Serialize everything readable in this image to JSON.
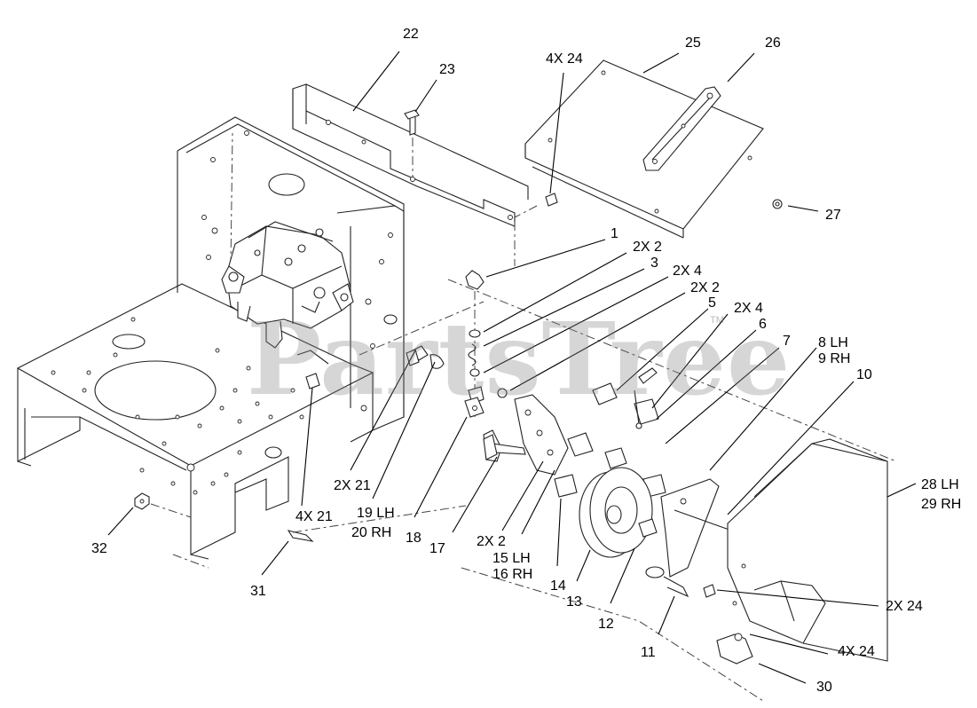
{
  "callouts": {
    "c1": "1",
    "c2x2a": "2X 2",
    "c3": "3",
    "c2x4a": "2X 4",
    "c2x2b": "2X 2",
    "c5": "5",
    "c2x4b": "2X 4",
    "c6": "6",
    "c7": "7",
    "c8": "8 LH",
    "c9": "9 RH",
    "c10": "10",
    "c11": "11",
    "c12": "12",
    "c13": "13",
    "c14": "14",
    "c2x2c": "2X 2",
    "c15": "15 LH",
    "c16": "16 RH",
    "c17": "17",
    "c18": "18",
    "c19": "19 LH",
    "c20": "20 RH",
    "c2x21": "2X 21",
    "c4x21": "4X 21",
    "c22": "22",
    "c23": "23",
    "c4x24a": "4X 24",
    "c25": "25",
    "c26": "26",
    "c27": "27",
    "c28": "28 LH",
    "c29": "29 RH",
    "c30": "30",
    "c31": "31",
    "c32": "32",
    "c2x24": "2X 24",
    "c4x24b": "4X 24"
  },
  "watermark": "PartsTree",
  "watermark_tm": "TM"
}
